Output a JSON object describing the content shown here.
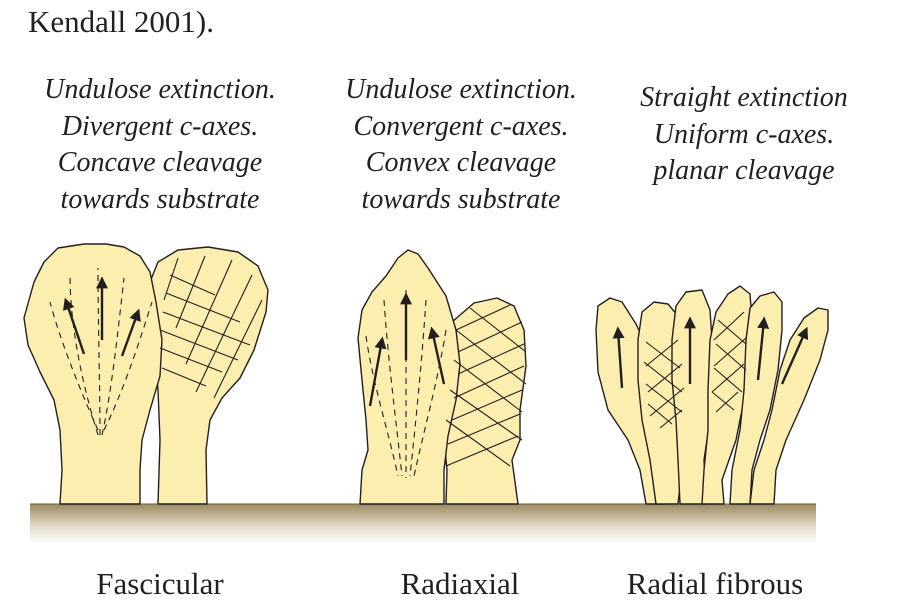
{
  "header": {
    "text": "Kendall 2001)."
  },
  "columns": [
    {
      "id": "fascicular",
      "description": [
        "Undulose extinction.",
        "Divergent c-axes.",
        "Concave cleavage",
        "towards substrate"
      ],
      "caption": "Fascicular"
    },
    {
      "id": "radiaxial",
      "description": [
        "Undulose extinction.",
        "Convergent c-axes.",
        "Convex cleavage",
        "towards substrate"
      ],
      "caption": "Radiaxial"
    },
    {
      "id": "radial",
      "description": [
        "Straight extinction",
        "Uniform c-axes.",
        "planar cleavage"
      ],
      "caption": "Radial fibrous"
    }
  ],
  "colors": {
    "crystal_fill": "#fbeeae",
    "outline": "#231f20",
    "substrate_top": "#9b8a61",
    "substrate_bottom": "#ffffff"
  }
}
